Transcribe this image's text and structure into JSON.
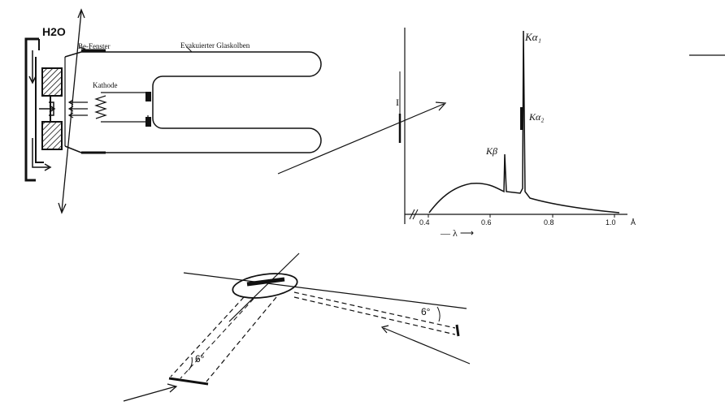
{
  "tube": {
    "water_label": "H2O",
    "window_label": "Be-Fenster",
    "bulb_label": "Evakuierter Glaskolben",
    "cathode_label": "Kathode"
  },
  "spectrum": {
    "intensity_label": "I",
    "wavelength_label": "— λ ⟶",
    "unit_label": "Å",
    "tick_labels": [
      "0.4",
      "0.6",
      "0.8",
      "1.0"
    ],
    "peak_labels": {
      "k_alpha1": "Kα₁",
      "k_alpha2": "Kα₂",
      "k_beta": "Kβ"
    }
  },
  "geometry": {
    "angle_label_left": "6°",
    "angle_label_right": "6°"
  }
}
